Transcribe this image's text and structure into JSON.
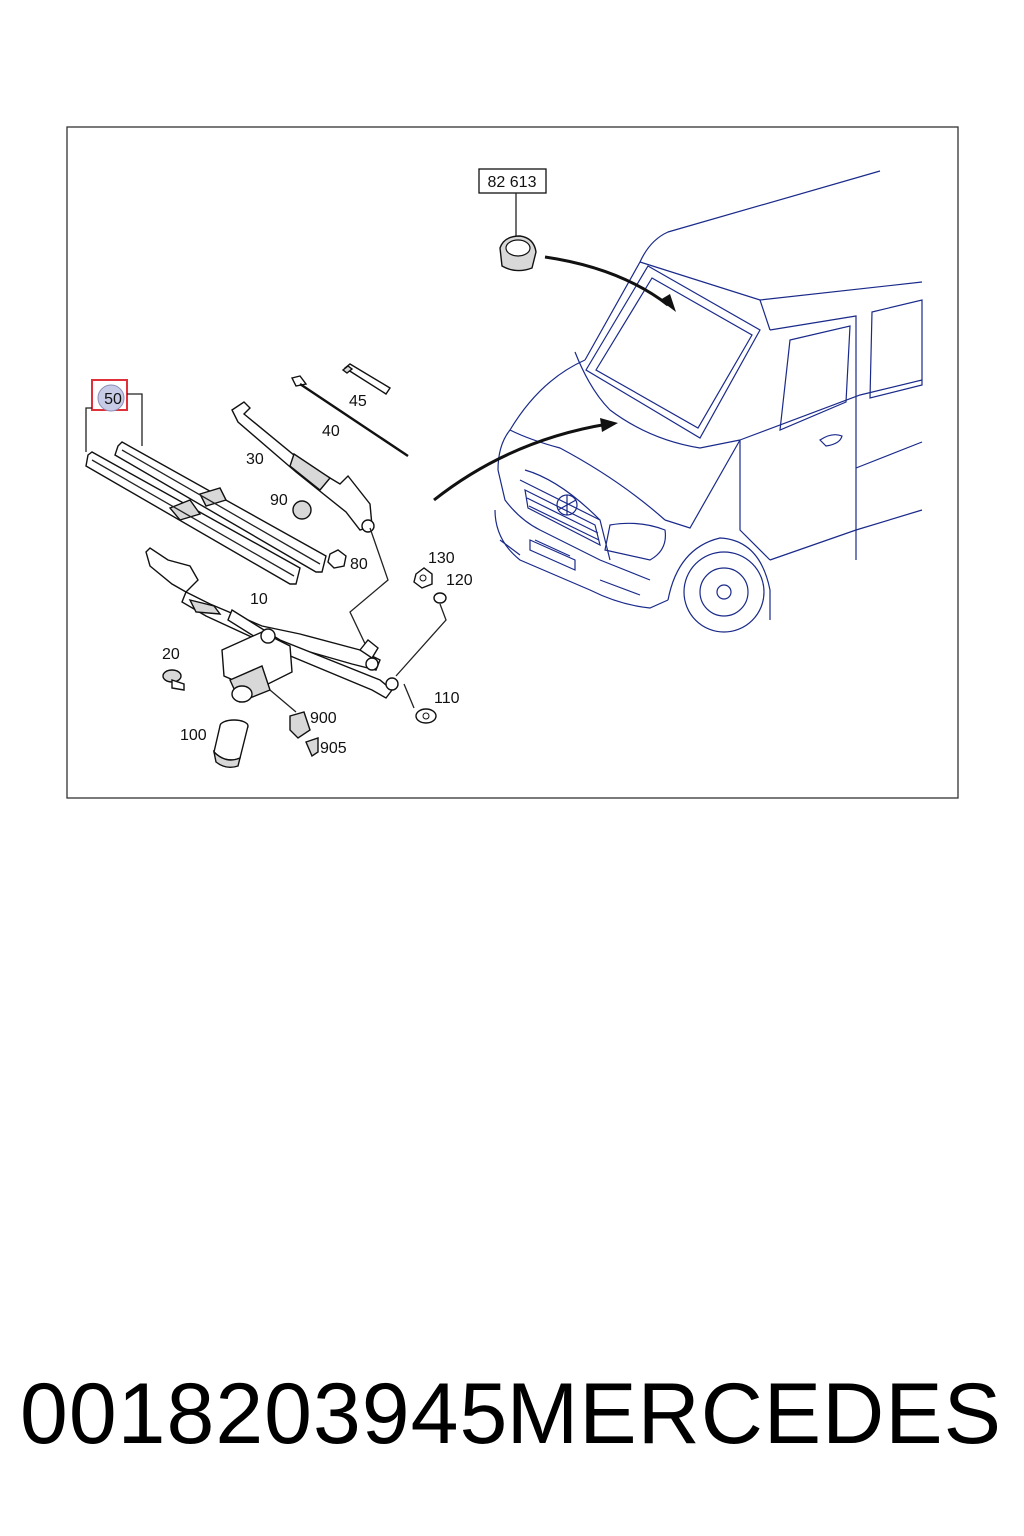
{
  "diagram": {
    "reference_box": "82 613",
    "highlighted_callout": "50",
    "callouts": [
      "45",
      "40",
      "30",
      "90",
      "80",
      "130",
      "120",
      "10",
      "20",
      "110",
      "900",
      "905",
      "100"
    ]
  },
  "footer": {
    "part_number": "0018203945",
    "brand": "MERCEDES"
  },
  "colors": {
    "highlight": "#e0303a",
    "highlight_fill": "#c8cbe6",
    "vehicle_outline": "#1a2a8a",
    "frame": "#333333"
  }
}
